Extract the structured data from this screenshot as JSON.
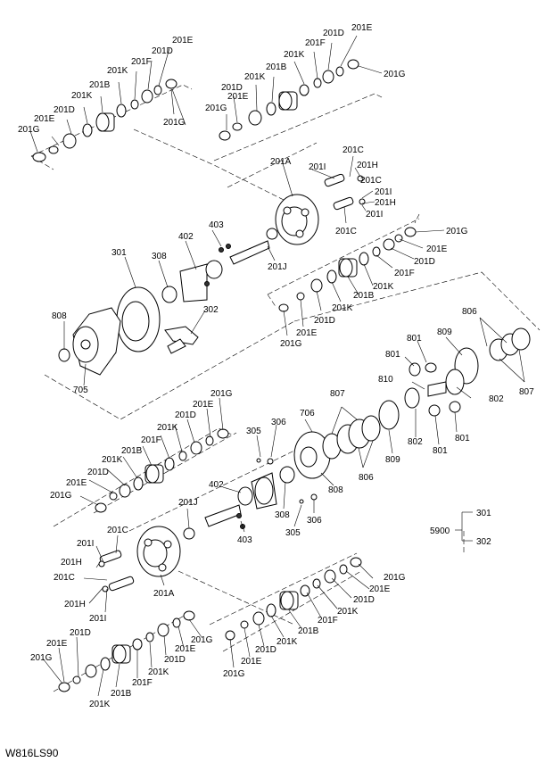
{
  "figure_code": "W816LS90",
  "legend": {
    "assembly": "5900",
    "components": [
      "301",
      "302"
    ]
  },
  "callouts": [
    {
      "id": "c1",
      "text": "201E"
    },
    {
      "id": "c2",
      "text": "201D"
    },
    {
      "id": "c3",
      "text": "201F"
    },
    {
      "id": "c4",
      "text": "201K"
    },
    {
      "id": "c5",
      "text": "201B"
    },
    {
      "id": "c6",
      "text": "201K"
    },
    {
      "id": "c7",
      "text": "201D"
    },
    {
      "id": "c8",
      "text": "201E"
    },
    {
      "id": "c9",
      "text": "201G"
    },
    {
      "id": "c10",
      "text": "201G"
    },
    {
      "id": "c11",
      "text": "201E"
    },
    {
      "id": "c12",
      "text": "201D"
    },
    {
      "id": "c13",
      "text": "201F"
    },
    {
      "id": "c14",
      "text": "201K"
    },
    {
      "id": "c15",
      "text": "201B"
    },
    {
      "id": "c16",
      "text": "201K"
    },
    {
      "id": "c17",
      "text": "201D"
    },
    {
      "id": "c18",
      "text": "201E"
    },
    {
      "id": "c19",
      "text": "201G"
    },
    {
      "id": "c20",
      "text": "201G"
    },
    {
      "id": "c21",
      "text": "201C"
    },
    {
      "id": "c22",
      "text": "201A"
    },
    {
      "id": "c23",
      "text": "201I"
    },
    {
      "id": "c24",
      "text": "201H"
    },
    {
      "id": "c25",
      "text": "201C"
    },
    {
      "id": "c26",
      "text": "201I"
    },
    {
      "id": "c27",
      "text": "201H"
    },
    {
      "id": "c28",
      "text": "201I"
    },
    {
      "id": "c29",
      "text": "201C"
    },
    {
      "id": "c30",
      "text": "201G"
    },
    {
      "id": "c31",
      "text": "201E"
    },
    {
      "id": "c32",
      "text": "201D"
    },
    {
      "id": "c33",
      "text": "201F"
    },
    {
      "id": "c34",
      "text": "201K"
    },
    {
      "id": "c35",
      "text": "201B"
    },
    {
      "id": "c36",
      "text": "201K"
    },
    {
      "id": "c37",
      "text": "201D"
    },
    {
      "id": "c38",
      "text": "201E"
    },
    {
      "id": "c39",
      "text": "201G"
    },
    {
      "id": "c40",
      "text": "201J"
    },
    {
      "id": "c41",
      "text": "301"
    },
    {
      "id": "c42",
      "text": "308"
    },
    {
      "id": "c43",
      "text": "402"
    },
    {
      "id": "c44",
      "text": "403"
    },
    {
      "id": "c45",
      "text": "302"
    },
    {
      "id": "c46",
      "text": "808"
    },
    {
      "id": "c47",
      "text": "705"
    },
    {
      "id": "c48",
      "text": "806"
    },
    {
      "id": "c49",
      "text": "809"
    },
    {
      "id": "c50",
      "text": "801"
    },
    {
      "id": "c51",
      "text": "801"
    },
    {
      "id": "c52",
      "text": "810"
    },
    {
      "id": "c53",
      "text": "802"
    },
    {
      "id": "c54",
      "text": "807"
    },
    {
      "id": "c55",
      "text": "807"
    },
    {
      "id": "c56",
      "text": "802"
    },
    {
      "id": "c57",
      "text": "801"
    },
    {
      "id": "c58",
      "text": "801"
    },
    {
      "id": "c59",
      "text": "809"
    },
    {
      "id": "c60",
      "text": "806"
    },
    {
      "id": "c61",
      "text": "808"
    },
    {
      "id": "c62",
      "text": "706"
    },
    {
      "id": "c63",
      "text": "306"
    },
    {
      "id": "c64",
      "text": "305"
    },
    {
      "id": "c65",
      "text": "201G"
    },
    {
      "id": "c66",
      "text": "201E"
    },
    {
      "id": "c67",
      "text": "201D"
    },
    {
      "id": "c68",
      "text": "201K"
    },
    {
      "id": "c69",
      "text": "201F"
    },
    {
      "id": "c70",
      "text": "201B"
    },
    {
      "id": "c71",
      "text": "201K"
    },
    {
      "id": "c72",
      "text": "201D"
    },
    {
      "id": "c73",
      "text": "201E"
    },
    {
      "id": "c74",
      "text": "201G"
    },
    {
      "id": "c75",
      "text": "201J"
    },
    {
      "id": "c76",
      "text": "402"
    },
    {
      "id": "c77",
      "text": "403"
    },
    {
      "id": "c78",
      "text": "308"
    },
    {
      "id": "c79",
      "text": "305"
    },
    {
      "id": "c80",
      "text": "306"
    },
    {
      "id": "c81",
      "text": "201C"
    },
    {
      "id": "c82",
      "text": "201I"
    },
    {
      "id": "c83",
      "text": "201H"
    },
    {
      "id": "c84",
      "text": "201C"
    },
    {
      "id": "c85",
      "text": "201H"
    },
    {
      "id": "c86",
      "text": "201I"
    },
    {
      "id": "c87",
      "text": "201A"
    },
    {
      "id": "c88",
      "text": "201G"
    },
    {
      "id": "c89",
      "text": "201E"
    },
    {
      "id": "c90",
      "text": "201D"
    },
    {
      "id": "c91",
      "text": "201K"
    },
    {
      "id": "c92",
      "text": "201F"
    },
    {
      "id": "c93",
      "text": "201B"
    },
    {
      "id": "c94",
      "text": "201K"
    },
    {
      "id": "c95",
      "text": "201D"
    },
    {
      "id": "c96",
      "text": "201E"
    },
    {
      "id": "c97",
      "text": "201G"
    },
    {
      "id": "c98",
      "text": "201E"
    },
    {
      "id": "c99",
      "text": "201D"
    },
    {
      "id": "c100",
      "text": "201G"
    },
    {
      "id": "c101",
      "text": "201K"
    },
    {
      "id": "c102",
      "text": "201B"
    },
    {
      "id": "c103",
      "text": "201F"
    },
    {
      "id": "c104",
      "text": "201K"
    },
    {
      "id": "c105",
      "text": "201D"
    },
    {
      "id": "c106",
      "text": "201E"
    },
    {
      "id": "c107",
      "text": "201G"
    }
  ]
}
